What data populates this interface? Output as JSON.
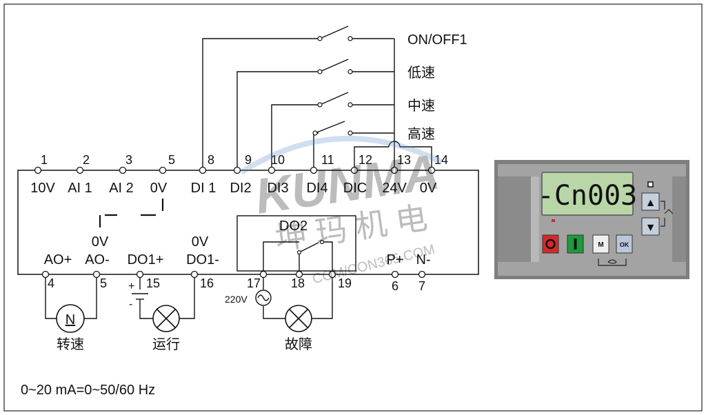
{
  "switches": [
    {
      "label": "ON/OFF1"
    },
    {
      "label": "低速"
    },
    {
      "label": "中速"
    },
    {
      "label": "高速"
    }
  ],
  "top_terminals": [
    {
      "num": "1",
      "label": "10V"
    },
    {
      "num": "2",
      "label": "AI 1"
    },
    {
      "num": "3",
      "label": "AI 2"
    },
    {
      "num": "5",
      "label": "0V"
    },
    {
      "num": "8",
      "label": "DI 1"
    },
    {
      "num": "9",
      "label": "DI2"
    },
    {
      "num": "10",
      "label": "DI3"
    },
    {
      "num": "11",
      "label": "DI4"
    },
    {
      "num": "12",
      "label": "DIC"
    },
    {
      "num": "13",
      "label": "24V"
    },
    {
      "num": "14",
      "label": "0V"
    }
  ],
  "bottom_terminals": [
    {
      "num": "4"
    },
    {
      "num": "5"
    },
    {
      "num": "15"
    },
    {
      "num": "16"
    },
    {
      "num": "17"
    },
    {
      "num": "18"
    },
    {
      "num": "19"
    },
    {
      "num": "6"
    },
    {
      "num": "7"
    }
  ],
  "bottom_labels": {
    "ao_plus": "AO+",
    "ao_minus_top": "0V",
    "ao_minus": "AO-",
    "do1_plus": "DO1+",
    "do1_minus_top": "0V",
    "do1_minus": "DO1-",
    "do2": "DO2",
    "p_plus": "P+",
    "n_minus": "N-"
  },
  "loads": {
    "speed_meter_symbol": "N",
    "speed_label": "转速",
    "run_label": "运行",
    "fault_label": "故障",
    "supply_label": "220V",
    "battery_plus": "+",
    "battery_minus": "-"
  },
  "footer_note": "0~20 mA=0~50/60 Hz",
  "watermark": {
    "logo": "KUNMA",
    "cn": "坤 玛 机 电",
    "url": "COM/CON365.COM"
  },
  "panel": {
    "display": "-Cn003",
    "buttons": {
      "up": "▲",
      "down": "▼",
      "m": "M",
      "ok": "OK"
    },
    "colors": {
      "stop": "#d42a2a",
      "run": "#1f9a3a",
      "lcd": "#b9d6a8",
      "body": "#9a9a9a"
    }
  }
}
